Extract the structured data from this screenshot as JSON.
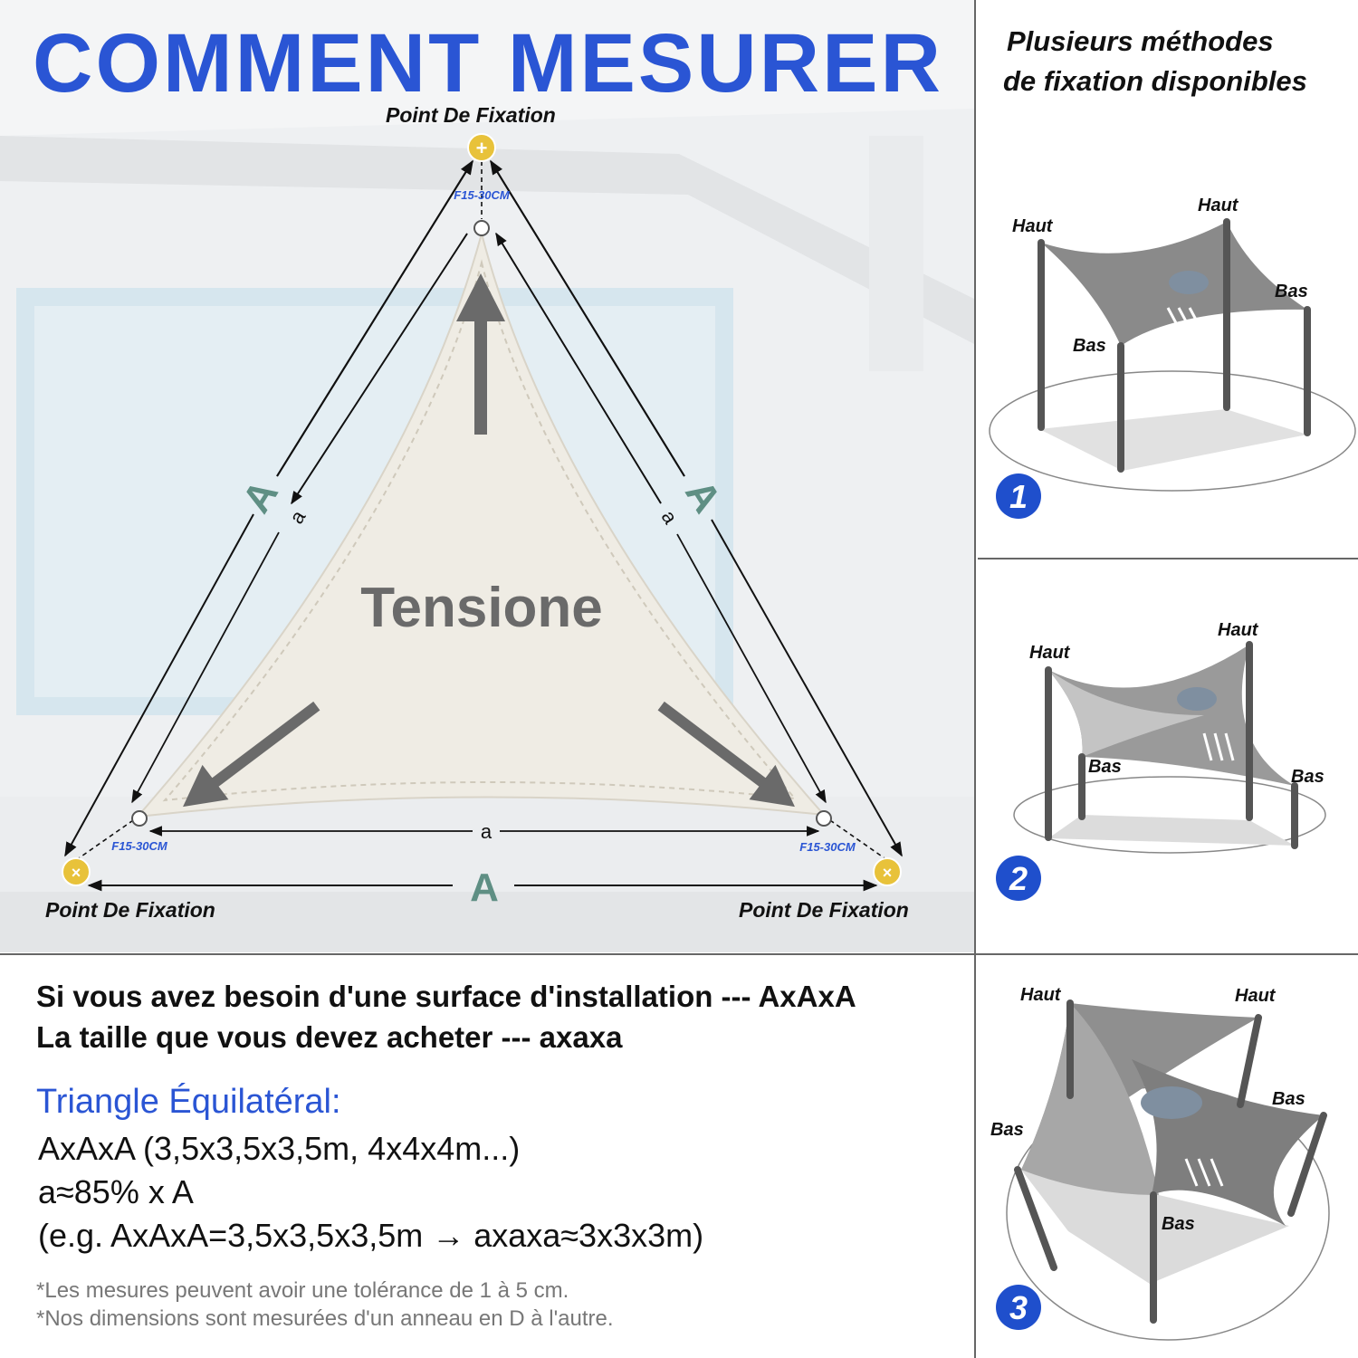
{
  "title": "COMMENT MESURER",
  "diagram": {
    "fixation_label": "Point De Fixation",
    "offset_label": "F15-30CM",
    "center_label": "Tensione",
    "big_side": "A",
    "small_side": "a"
  },
  "right_panel": {
    "title_line1": "Plusieurs méthodes",
    "title_line2": "de fixation disponibles",
    "high_label": "Haut",
    "low_label": "Bas",
    "methods": [
      "1",
      "2",
      "3"
    ]
  },
  "info": {
    "line1": "Si vous avez besoin d'une surface d'installation --- AxAxA",
    "line2": "La taille que vous devez acheter --- axaxa",
    "triangle_title": "Triangle Équilatéral:",
    "formula1": "AxAxA (3,5x3,5x3,5m, 4x4x4m...)",
    "formula2": "a≈85% x A",
    "formula3": "(e.g. AxAxA=3,5x3,5x3,5m → axaxa≈3x3x3m)",
    "note1": "*Les mesures peuvent avoir une tolérance de 1 à 5 cm.",
    "note2": "*Nos dimensions sont mesurées d'un anneau en D à l'autre."
  },
  "colors": {
    "title_blue": "#2a55d4",
    "badge_blue": "#1f4fcc",
    "fixation_yellow": "#e8c23a",
    "side_letter_teal": "#5f8f84",
    "sail_grey": "#8a8a8a"
  }
}
